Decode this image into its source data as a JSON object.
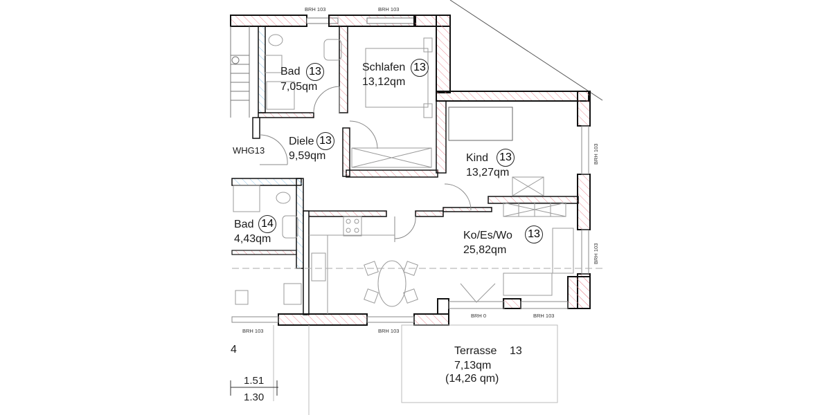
{
  "plan": {
    "rooms": [
      {
        "id": "bad13",
        "name": "Bad",
        "unit": "13",
        "area": "7,05qm"
      },
      {
        "id": "schlafen",
        "name": "Schlafen",
        "unit": "13",
        "area": "13,12qm"
      },
      {
        "id": "diele",
        "name": "Diele",
        "unit": "13",
        "area": "9,59qm"
      },
      {
        "id": "kind",
        "name": "Kind",
        "unit": "13",
        "area": "13,27qm"
      },
      {
        "id": "bad14",
        "name": "Bad",
        "unit": "14",
        "area": "4,43qm"
      },
      {
        "id": "koeswo",
        "name": "Ko/Es/Wo",
        "unit": "13",
        "area": "25,82qm"
      },
      {
        "id": "terrasse",
        "name": "Terrasse",
        "unit": "13",
        "area": "7,13qm",
        "area_full": "(14,26 qm)"
      }
    ],
    "apartment_label": "WHG13",
    "stair_label": "4",
    "window_labels": {
      "top_left": "BRH 103",
      "top_right": "BRH 103",
      "kind_side": "BRH 103",
      "living_side": "BRH 103",
      "bottom_left": "BRH 103",
      "bottom_mid": "BRH 103",
      "terrace_door": "BRH 0",
      "bottom_right": "BRH 103"
    },
    "dimensions": {
      "upper": "1.51",
      "lower": "1.30"
    },
    "colors": {
      "wall": "#111111",
      "hatch_red": "#e88a94",
      "hatch_blue": "#8fc4e8",
      "furniture": "#9a9a9a"
    }
  }
}
